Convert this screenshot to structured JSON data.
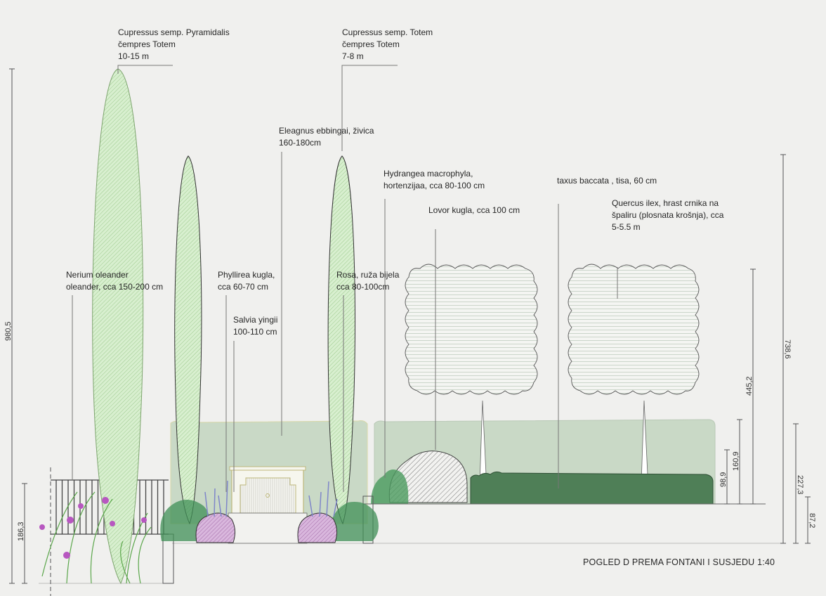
{
  "drawing_title": "POGLED D PREMA FONTANI I SUSJEDU 1:40",
  "labels": {
    "cupressus_pyramidalis": [
      "Cupressus semp. Pyramidalis",
      "čempres Totem",
      "10-15 m"
    ],
    "cupressus_totem": [
      "Cupressus semp. Totem",
      "čempres Totem",
      "7-8 m"
    ],
    "eleagnus": [
      "Eleagnus ebbingai, živica",
      "160-180cm"
    ],
    "hydrangea": [
      "Hydrangea macrophyla,",
      "hortenzijaa, cca  80-100 cm"
    ],
    "taxus": [
      "taxus baccata , tisa, 60 cm"
    ],
    "lovor": [
      "Lovor kugla, cca 100 cm"
    ],
    "quercus": [
      "Quercus ilex, hrast crnika na",
      "špaliru (plosnata krošnja), cca",
      "5-5.5 m"
    ],
    "nerium": [
      "Nerium oleander",
      "oleander, cca 150-200 cm"
    ],
    "phyllirea": [
      "Phyllirea kugla,",
      "cca 60-70 cm"
    ],
    "salvia": [
      "Salvia yingii",
      "100-110 cm"
    ],
    "rosa": [
      "Rosa, ruža bijela",
      "cca 80-100cm"
    ]
  },
  "dimensions": {
    "total_left": "980,5",
    "fence_left": "186,3",
    "taxus": "98,9",
    "hedge": "160,9",
    "quercus": "445,2",
    "total_right": "738,6",
    "wall_right": "227,3",
    "step_right": "87,2"
  },
  "colors": {
    "cypress": "#cfe8c4",
    "hedge": "#c9d9c6",
    "taxus": "#4f7f57",
    "lavender": "#c9a3cf",
    "line": "#555555"
  }
}
